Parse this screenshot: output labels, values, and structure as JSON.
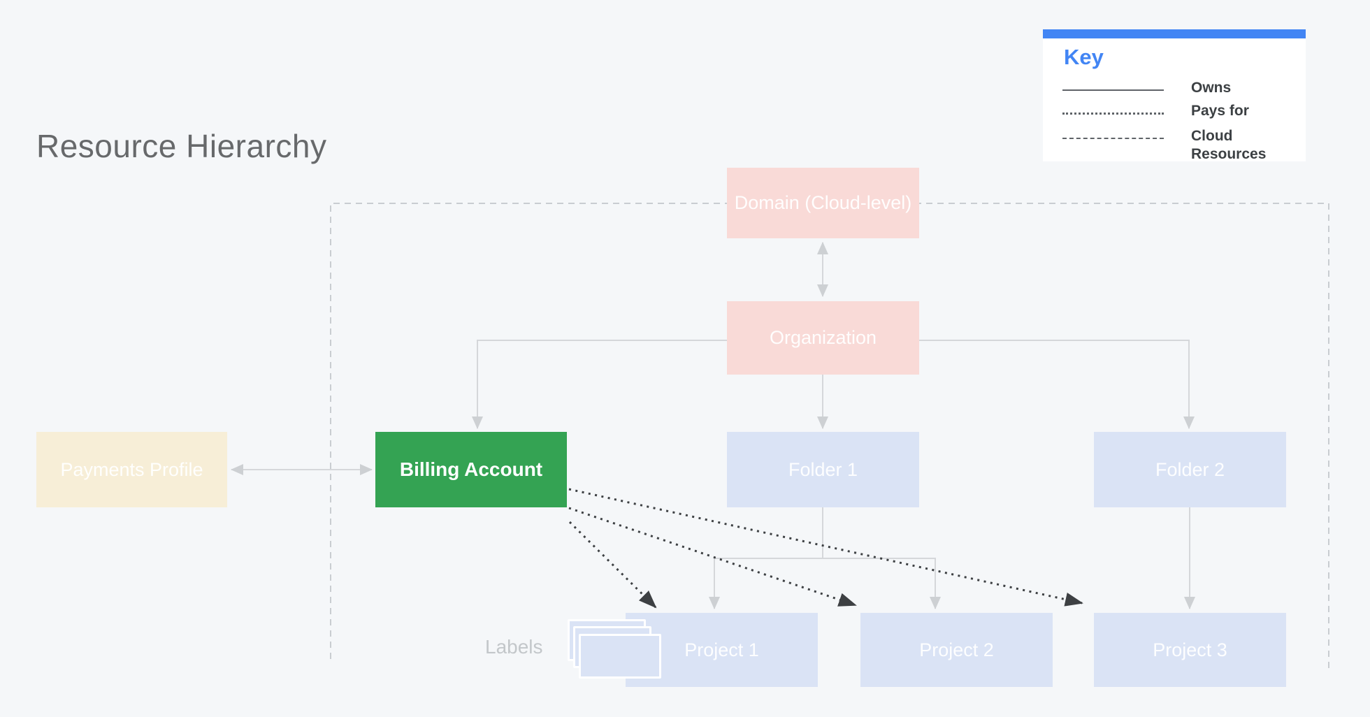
{
  "title": "Resource Hierarchy",
  "key": {
    "title": "Key",
    "items": [
      {
        "label": "Owns",
        "line_style": "solid"
      },
      {
        "label": "Pays for",
        "line_style": "dotted"
      },
      {
        "label": "Cloud Resources",
        "line_style": "dashed"
      }
    ]
  },
  "nodes": {
    "domain": {
      "label": "Domain (Cloud-level)",
      "color": "#f9dad7"
    },
    "organization": {
      "label": "Organization",
      "color": "#f9dad7"
    },
    "payments_profile": {
      "label": "Payments Profile",
      "color": "#f7eed7"
    },
    "billing_account": {
      "label": "Billing Account",
      "color": "#34a353"
    },
    "folder_1": {
      "label": "Folder 1",
      "color": "#dae3f5"
    },
    "folder_2": {
      "label": "Folder 2",
      "color": "#dae3f5"
    },
    "project_1": {
      "label": "Project 1",
      "color": "#dae3f5"
    },
    "project_2": {
      "label": "Project 2",
      "color": "#dae3f5"
    },
    "project_3": {
      "label": "Project 3",
      "color": "#dae3f5"
    }
  },
  "annotations": {
    "labels_caption": "Labels"
  },
  "edges": [
    {
      "from": "domain",
      "to": "organization",
      "type": "owns",
      "bidirectional": true
    },
    {
      "from": "organization",
      "to": "billing_account",
      "type": "owns"
    },
    {
      "from": "organization",
      "to": "folder_1",
      "type": "owns"
    },
    {
      "from": "organization",
      "to": "folder_2",
      "type": "owns"
    },
    {
      "from": "folder_1",
      "to": "project_1",
      "type": "owns"
    },
    {
      "from": "folder_1",
      "to": "project_2",
      "type": "owns"
    },
    {
      "from": "folder_2",
      "to": "project_3",
      "type": "owns"
    },
    {
      "from": "payments_profile",
      "to": "billing_account",
      "type": "owns",
      "bidirectional": true
    },
    {
      "from": "billing_account",
      "to": "project_1",
      "type": "pays_for"
    },
    {
      "from": "billing_account",
      "to": "project_2",
      "type": "pays_for"
    },
    {
      "from": "billing_account",
      "to": "project_3",
      "type": "pays_for"
    },
    {
      "boundary": "cloud_resources",
      "type": "cloud_resources_region",
      "style": "dashed"
    }
  ],
  "colors": {
    "background": "#f5f7f9",
    "accent_blue": "#4285f4",
    "connector_gray": "#d5d7da",
    "dashed_boundary_gray": "#c9cdd1",
    "pays_for_dark": "#3d4043",
    "key_text_dark": "#3c4043",
    "title_gray": "#67696b",
    "billing_green": "#34a353",
    "node_pink": "#f9dad7",
    "node_blue": "#dae3f5",
    "node_beige": "#f7eed7"
  }
}
